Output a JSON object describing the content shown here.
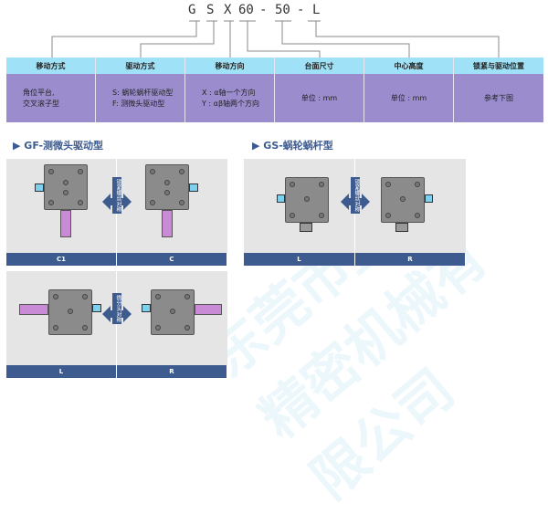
{
  "model_code": {
    "chars": [
      "G",
      "S",
      "X",
      "60",
      "-",
      "50",
      "-",
      "L"
    ]
  },
  "table": {
    "columns": [
      {
        "header": "移动方式",
        "lines": [
          "角位平台,",
          "交叉滚子型"
        ]
      },
      {
        "header": "驱动方式",
        "lines": [
          "S: 蜗轮蜗杆驱动型",
          "F: 测微头驱动型"
        ]
      },
      {
        "header": "移动方向",
        "lines": [
          "X : α轴一个方向",
          "Y : αβ轴两个方向"
        ]
      },
      {
        "header": "台面尺寸",
        "lines": [
          "单位 : mm"
        ]
      },
      {
        "header": "中心高度",
        "lines": [
          "单位 : mm"
        ]
      },
      {
        "header": "锁紧与驱动位置",
        "lines": [
          "参考下图"
        ]
      }
    ]
  },
  "sections": {
    "gf_title": "▶ GF-测微头驱动型",
    "gs_title": "▶ GS-蜗轮蜗杆型"
  },
  "panels": {
    "gf_top": {
      "labels": [
        "C1",
        "C"
      ],
      "symmetry": "锁紧螺丝对称"
    },
    "gs": {
      "labels": [
        "L",
        "R"
      ],
      "symmetry": "锁紧螺丝对称"
    },
    "gf_bottom": {
      "labels": [
        "L",
        "R"
      ],
      "symmetry": "微分头对称"
    }
  },
  "colors": {
    "header": "#9fe1f6",
    "body": "#9b8dcd",
    "accent": "#3d5b8e"
  },
  "watermark": "东莞市盛荟精密机械有限公司"
}
